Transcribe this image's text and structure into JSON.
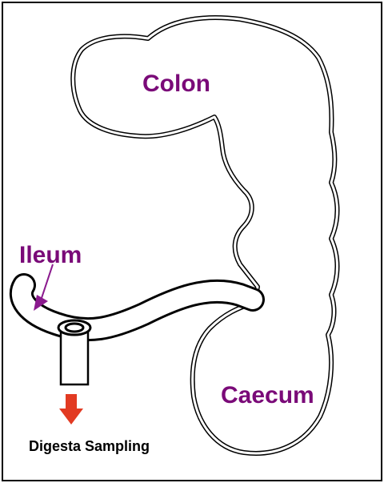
{
  "labels": {
    "colon": "Colon",
    "ileum": "Ileum",
    "caecum": "Caecum",
    "sampling": "Digesta Sampling"
  },
  "colors": {
    "organ_label": "#7a0a78",
    "ileum_arrow": "#8b1a8e",
    "sampling_arrow": "#e23a22",
    "outline": "#000000",
    "frame": "#000000",
    "background": "#ffffff"
  }
}
